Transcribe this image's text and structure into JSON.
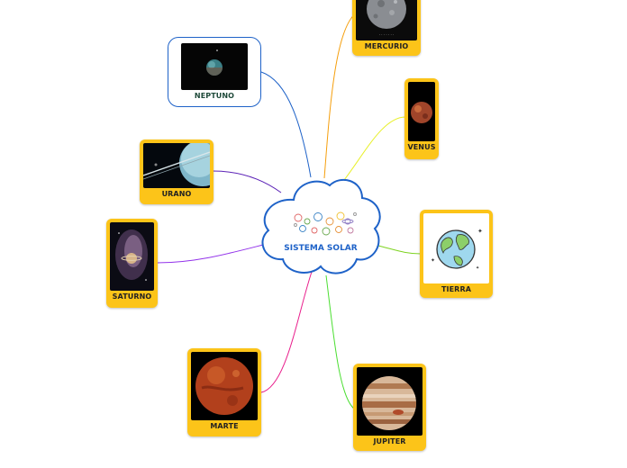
{
  "center": {
    "title": "SISTEMA SOLAR"
  },
  "branches": [
    {
      "id": "mercurio",
      "label": "MERCURIO",
      "color": "#f59e0b"
    },
    {
      "id": "neptuno",
      "label": "NEPTUNO",
      "color": "#1e62c8"
    },
    {
      "id": "venus",
      "label": "VENUS",
      "color": "#e8f02a"
    },
    {
      "id": "urano",
      "label": "URANO",
      "color": "#5b21b6"
    },
    {
      "id": "tierra",
      "label": "TIERRA",
      "color": "#7ed321"
    },
    {
      "id": "saturno",
      "label": "SATURNO",
      "color": "#9333ea"
    },
    {
      "id": "marte",
      "label": "MARTE",
      "color": "#e91e8c"
    },
    {
      "id": "jupiter",
      "label": "JUPITER",
      "color": "#4ade30"
    }
  ]
}
